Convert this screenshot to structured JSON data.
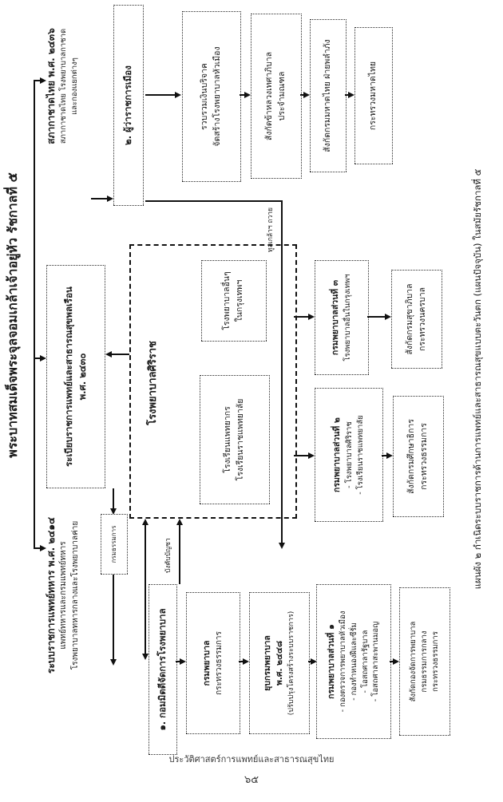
{
  "colors": {
    "ink": "#1a1a1a",
    "background": "#ffffff"
  },
  "title": "พระบาทสมเด็จพระจุลจอมเกล้าเจ้าอยู่หัว  รัชกาลที่ ๕",
  "military": {
    "heading": "ระบบราชการแพทย์ทหาร พ.ศ. ๒๔๑๔",
    "sub1": "แพทย์ทหารและกรมแพทย์ทหาร",
    "sub2": "โรงพยาบาลทหารกลางและโรงพยาบาลค่าย"
  },
  "regulation2430": {
    "line1": "ระเบียบราชการแพทย์และสาธารณสุขพลเรือน",
    "line2": "พ.ศ. ๒๔๓๐"
  },
  "redcross": {
    "heading": "สภากาชาดไทย พ.ศ. ๒๔๓๖",
    "sub1": "สภากาชาดไทย โรงพยาบาลกาชาด",
    "sub2": "และกองแยกต่างๆ"
  },
  "governor": {
    "head": "๒. ผู้ว่าราชการเมือง",
    "b1l1": "รวบรวมเงินบริจาค",
    "b1l2": "จัดสร้างโรงพยาบาลหัวเมือง",
    "b2l1": "สังกัดข้าหลวงเทศาภิบาล",
    "b2l2": "ประจำมณฑล",
    "b3l1": "สังกัดกรมมหาดไทย ฝ่ายพลำภัง",
    "b4l1": "กระทรวงมหาดไทย"
  },
  "siriraj": {
    "label": "โรงพยาบาลศิริราช",
    "school1": "โรงเรียนแพทยากร",
    "school2": "โรงเรียนราชแพทยาลัย",
    "other1": "โรงพยาบาลอื่นๆ",
    "other2": "ในกรุงเทพฯ"
  },
  "division3": {
    "l1": "กรมพยาบาลส่วนที่ ๓",
    "l2": "โรงพยาบาลอื่นในกรุงเทพฯ",
    "n1": "สังกัดกรมสุขาภิบาล",
    "n2": "กระทรวงนครบาล"
  },
  "division2": {
    "l1": "กรมพยาบาลส่วนที่ ๒",
    "l2": "- โรงพยาบาลศิริราช",
    "l3": "- โรงเรียนราชแพทยาลัย",
    "n1": "สังกัดกรมศึกษาธิการ",
    "n2": "กระทรวงธรรมการ"
  },
  "committee": {
    "label": "๑. กอมมิตตีจัดการโรงพยาบาล"
  },
  "dept": {
    "c1l1": "กรมพยาบาล",
    "c1l2": "กระทรวงธรรมการ",
    "c2l1": "ยุบกรมพยาบาล",
    "c2l2": "พ.ศ. ๒๔๔๘",
    "c2l3": "(ปรับปรุงโครงสร้างระบบราชการ)",
    "c3l1": "กรมพยาบาลส่วนที่ ๑",
    "c3l2": "- กองตรวจการพยาบาลหัวเมือง",
    "c3l3": "- กองทำหนองฝีและซีรั่ม",
    "c3l4": "- โอสถศาลารัฐบาล",
    "c3l5": "- โอสถศาลาสะพานมอญ",
    "c4l1": "สังกัดกองจัดการพยาบาล",
    "c4l2": "กรมธรรมการกลาง",
    "c4l3": "กระทรวงธรรมการ"
  },
  "labels": {
    "tulklao": "ทูลเกล้าฯ ถวาย",
    "bangkhap": "บังคับบัญชา",
    "thammakan": "กรมธรรมการ"
  },
  "caption": "แผนผัง ๒  กำเนิดระบบราชการด้านการแพทย์และสาธารณสุขแบบตะวันตก (แผนปัจจุบัน) ในสมัยรัชกาลที่ ๕",
  "footer": {
    "line1": "ประวัติศาสตร์การแพทย์และสาธารณสุขไทย",
    "page_number": "๖๕"
  }
}
